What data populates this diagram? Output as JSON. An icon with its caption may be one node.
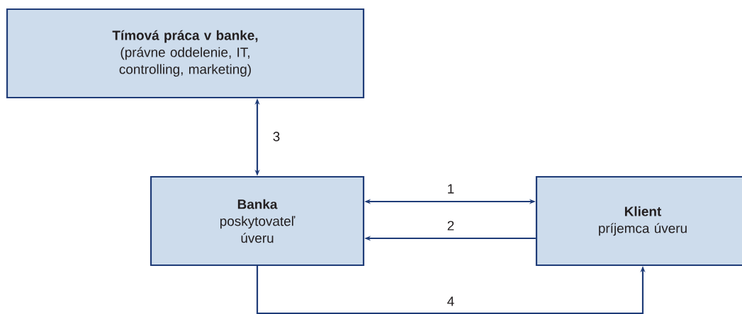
{
  "diagram": {
    "nodes": [
      {
        "text": [
          "Tímová práca v banke,",
          "(právne oddelenie, IT, controlling, marketing)"
        ]
      },
      {
        "text": [
          "Banka",
          "poskytovateľ úveru"
        ]
      },
      {
        "text": [
          "Klient",
          "príjemca úveru"
        ]
      }
    ],
    "edges": [
      {
        "from": 0,
        "to": 1,
        "arrow": "both",
        "label": "3"
      },
      {
        "from": 1,
        "to": 2,
        "arrow": "both",
        "label": "1"
      },
      {
        "from": 2,
        "to": 1,
        "arrow": "to",
        "label": "2"
      },
      {
        "from": 1,
        "to": 2,
        "arrow": "to",
        "label": "4"
      }
    ]
  }
}
